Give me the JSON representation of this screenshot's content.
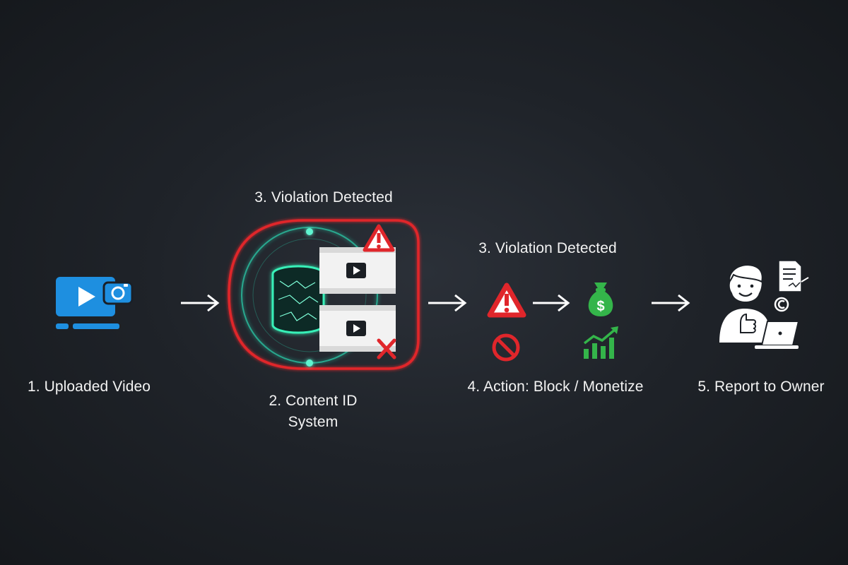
{
  "steps": {
    "uploaded_video": {
      "label": "1. Uploaded Video",
      "icon": "video-upload-icon"
    },
    "violation_top": {
      "label": "3. Violation Detected"
    },
    "content_id": {
      "label_line1": "2. Content ID",
      "label_line2": "System",
      "icon": "database-icon"
    },
    "violation_mid": {
      "label": "3. Violation Detected",
      "icon": "warning-icon"
    },
    "action": {
      "label": "4. Action: Block / Monetize",
      "icons": [
        "warning-icon",
        "block-icon",
        "money-bag-icon",
        "growth-chart-icon"
      ]
    },
    "report": {
      "label": "5. Report to Owner",
      "icon": "person-laptop-icon"
    }
  },
  "colors": {
    "background": "#1c2026",
    "video_blue": "#1e8fe0",
    "alert_red": "#e0262b",
    "teal": "#2fe0b0",
    "money_green": "#34b54a",
    "text": "#f3f3f3",
    "arrow": "#ffffff"
  }
}
